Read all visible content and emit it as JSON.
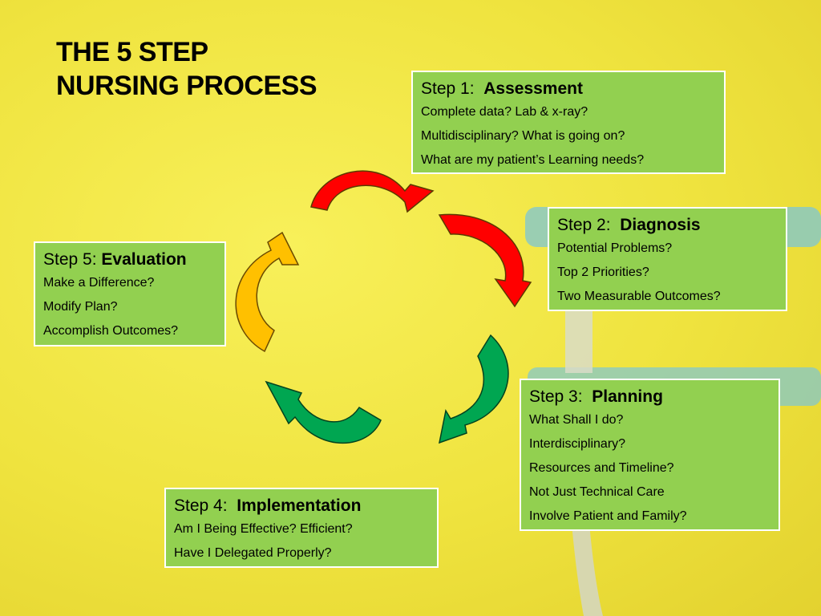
{
  "title": {
    "line1": "THE 5 STEP",
    "line2": "NURSING PROCESS"
  },
  "steps": [
    {
      "label": "Step 1:",
      "name": "Assessment",
      "lines": [
        "Complete data?  Lab & x-ray?",
        "Multidisciplinary?  What is going on?",
        "What are my patient’s Learning needs?"
      ]
    },
    {
      "label": "Step 2:",
      "name": "Diagnosis",
      "lines": [
        "Potential Problems?",
        "Top 2 Priorities?",
        "Two Measurable Outcomes?"
      ]
    },
    {
      "label": "Step 3:",
      "name": "Planning",
      "lines": [
        "What Shall I do?",
        "Interdisciplinary?",
        "Resources and Timeline?",
        "Not Just Technical Care",
        "Involve Patient and Family?"
      ]
    },
    {
      "label": "Step 4:",
      "name": "Implementation",
      "lines": [
        "Am I Being Effective?  Efficient?",
        "Have I Delegated Properly?"
      ]
    },
    {
      "label": "Step 5:",
      "name": "Evaluation",
      "lines": [
        "Make a Difference?",
        "Modify Plan?",
        "Accomplish Outcomes?"
      ]
    }
  ],
  "colors": {
    "background": "#efe33e",
    "box_fill": "#92d050",
    "arrow_red": "#ff0000",
    "arrow_green": "#00a651",
    "arrow_orange": "#ffc000"
  }
}
